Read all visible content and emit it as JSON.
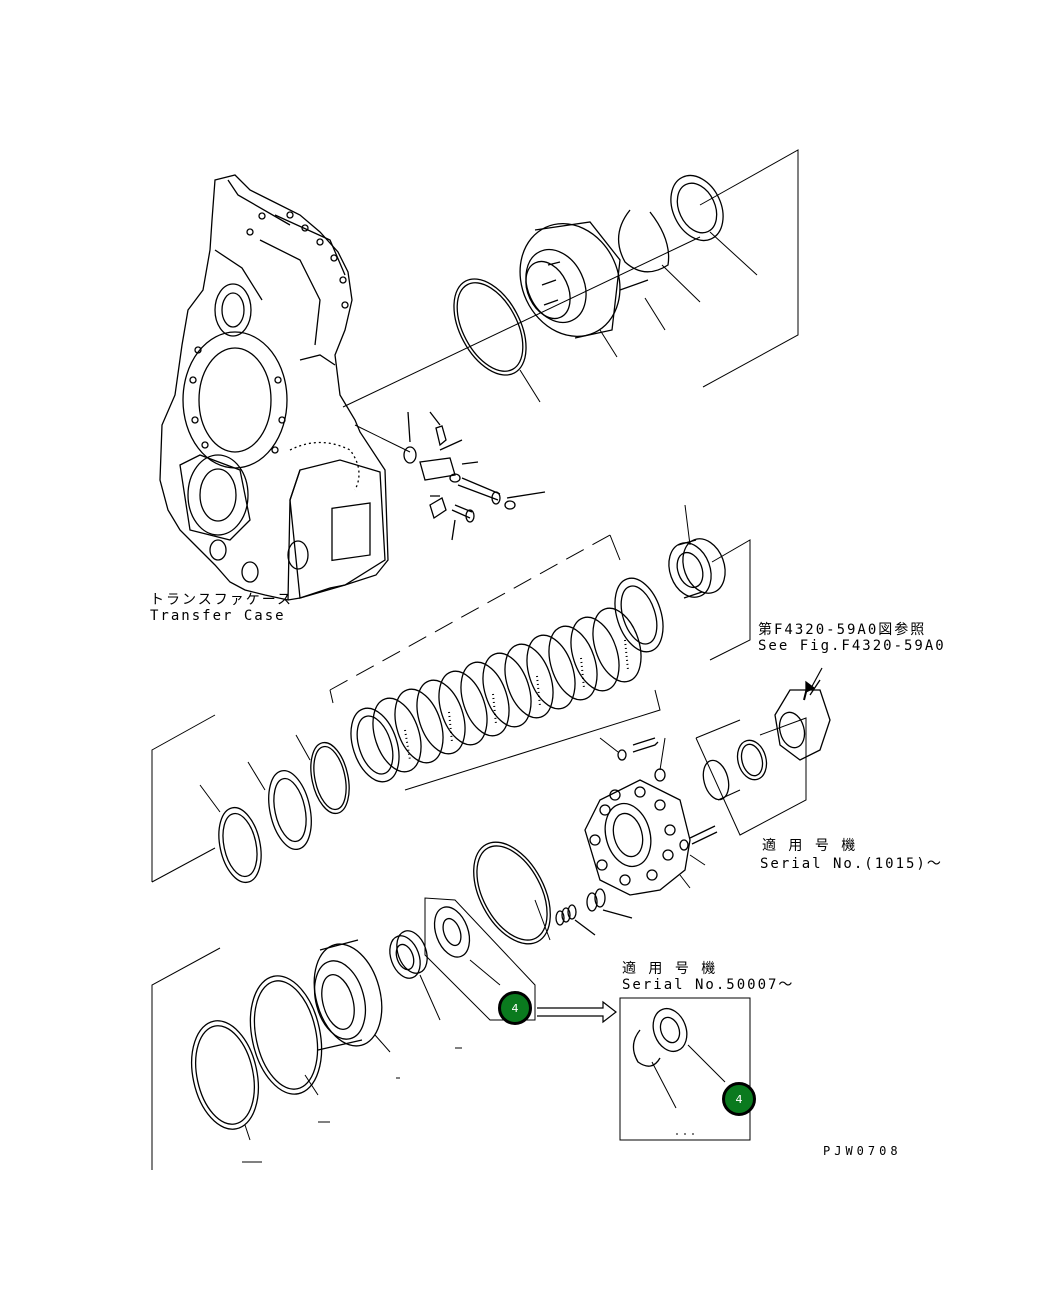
{
  "transfer_case": {
    "jp": "トランスファケース",
    "en": "Transfer Case"
  },
  "see_fig": {
    "jp": "第F4320-59A0図参照",
    "en": "See Fig.F4320-59A0"
  },
  "serial_1": {
    "jp": "適 用 号 機",
    "en": "Serial No.(1015)～"
  },
  "serial_2": {
    "jp": "適 用 号 機",
    "en": "Serial No.50007～"
  },
  "badges": {
    "main": "4",
    "inset": "4"
  },
  "drawing_code": "PJW0708",
  "colors": {
    "badge_fill": "#0a7a1e",
    "line": "#000000",
    "background": "#ffffff"
  }
}
